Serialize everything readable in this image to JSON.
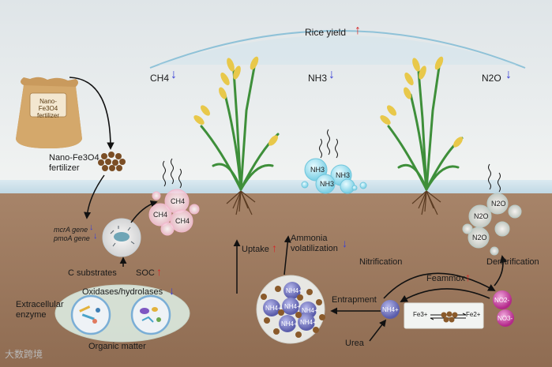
{
  "fertilizer_bag_label": "Nano-Fe3O4 fertilizer",
  "labels": {
    "rice_yield": "Rice yield",
    "ch4": "CH4",
    "nh3": "NH3",
    "n2o": "N2O",
    "nano_fertilizer_line1": "Nano-Fe3O4",
    "nano_fertilizer_line2": "fertilizer",
    "mcra_gene": "mcrA gene",
    "pmoa_gene": "pmoA gene",
    "c_substrates": "C substrates",
    "soc": "SOC",
    "oxidases": "Oxidases/hydrolases",
    "extracellular_line1": "Extracellular",
    "extracellular_line2": "enzyme",
    "organic_matter": "Organic matter",
    "uptake": "Uptake",
    "ammonia_line1": "Ammonia",
    "ammonia_line2": "volatilization",
    "nitrification": "Nitrification",
    "denitrification": "Denitrification",
    "feammox": "Feammox",
    "entrapment": "Entrapment",
    "urea": "Urea",
    "fe3": "Fe3+",
    "fe2": "Fe2+",
    "nh4": "NH4+",
    "no2": "NO2-",
    "no3": "NO3-"
  },
  "trends": {
    "up_arrow": "↑",
    "down_arrow": "↓"
  },
  "watermark": "大数跨境",
  "colors": {
    "sky": "#e4ebee",
    "water": "#d4e6ee",
    "soil": "#a07e62",
    "up": "#d62728",
    "down": "#3a3fd6",
    "nh3_bubble": "#8fd8ea",
    "nh4_particle": "#6d6fb5",
    "nano_particle": "#8a5a2b",
    "nox": "#c2399a"
  }
}
